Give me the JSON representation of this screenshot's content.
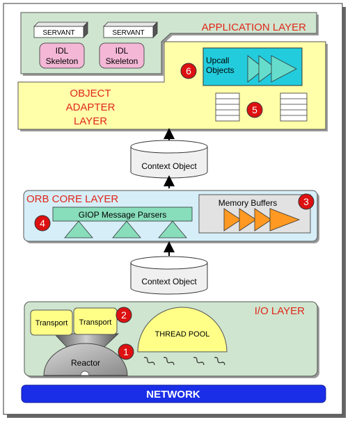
{
  "application_layer": {
    "title": "APPLICATION LAYER",
    "servants": [
      "SERVANT",
      "SERVANT"
    ],
    "skeletons": [
      {
        "line1": "IDL",
        "line2": "Skeleton"
      },
      {
        "line1": "IDL",
        "line2": "Skeleton"
      }
    ]
  },
  "object_adapter_layer": {
    "title_lines": [
      "OBJECT",
      "ADAPTER",
      "LAYER"
    ],
    "upcall_lines": [
      "Upcall",
      "Objects"
    ]
  },
  "context_objects": [
    "Context Object",
    "Context Object"
  ],
  "orb_core_layer": {
    "title": "ORB CORE LAYER",
    "giop_label": "GIOP Message Parsers",
    "memory_label": "Memory Buffers"
  },
  "io_layer": {
    "title": "I/O LAYER",
    "transports": [
      "Transport",
      "Transport"
    ],
    "reactor": "Reactor",
    "thread_pool": "THREAD POOL"
  },
  "network": {
    "label": "NETWORK"
  },
  "markers": [
    "1",
    "2",
    "3",
    "4",
    "5",
    "6"
  ],
  "colors": {
    "layer_title_red": "#e0261a",
    "marker_red": "#dd1111",
    "network_blue": "#1a2ee8",
    "app_bg": "#cfe5cf",
    "adapter_bg": "#ffffaa",
    "orb_bg": "#d6eef8",
    "io_bg": "#cfe5cf",
    "upcall_cyan": "#22ccdd",
    "giop_green": "#88ddbb",
    "memory_orange": "#ff9922"
  }
}
